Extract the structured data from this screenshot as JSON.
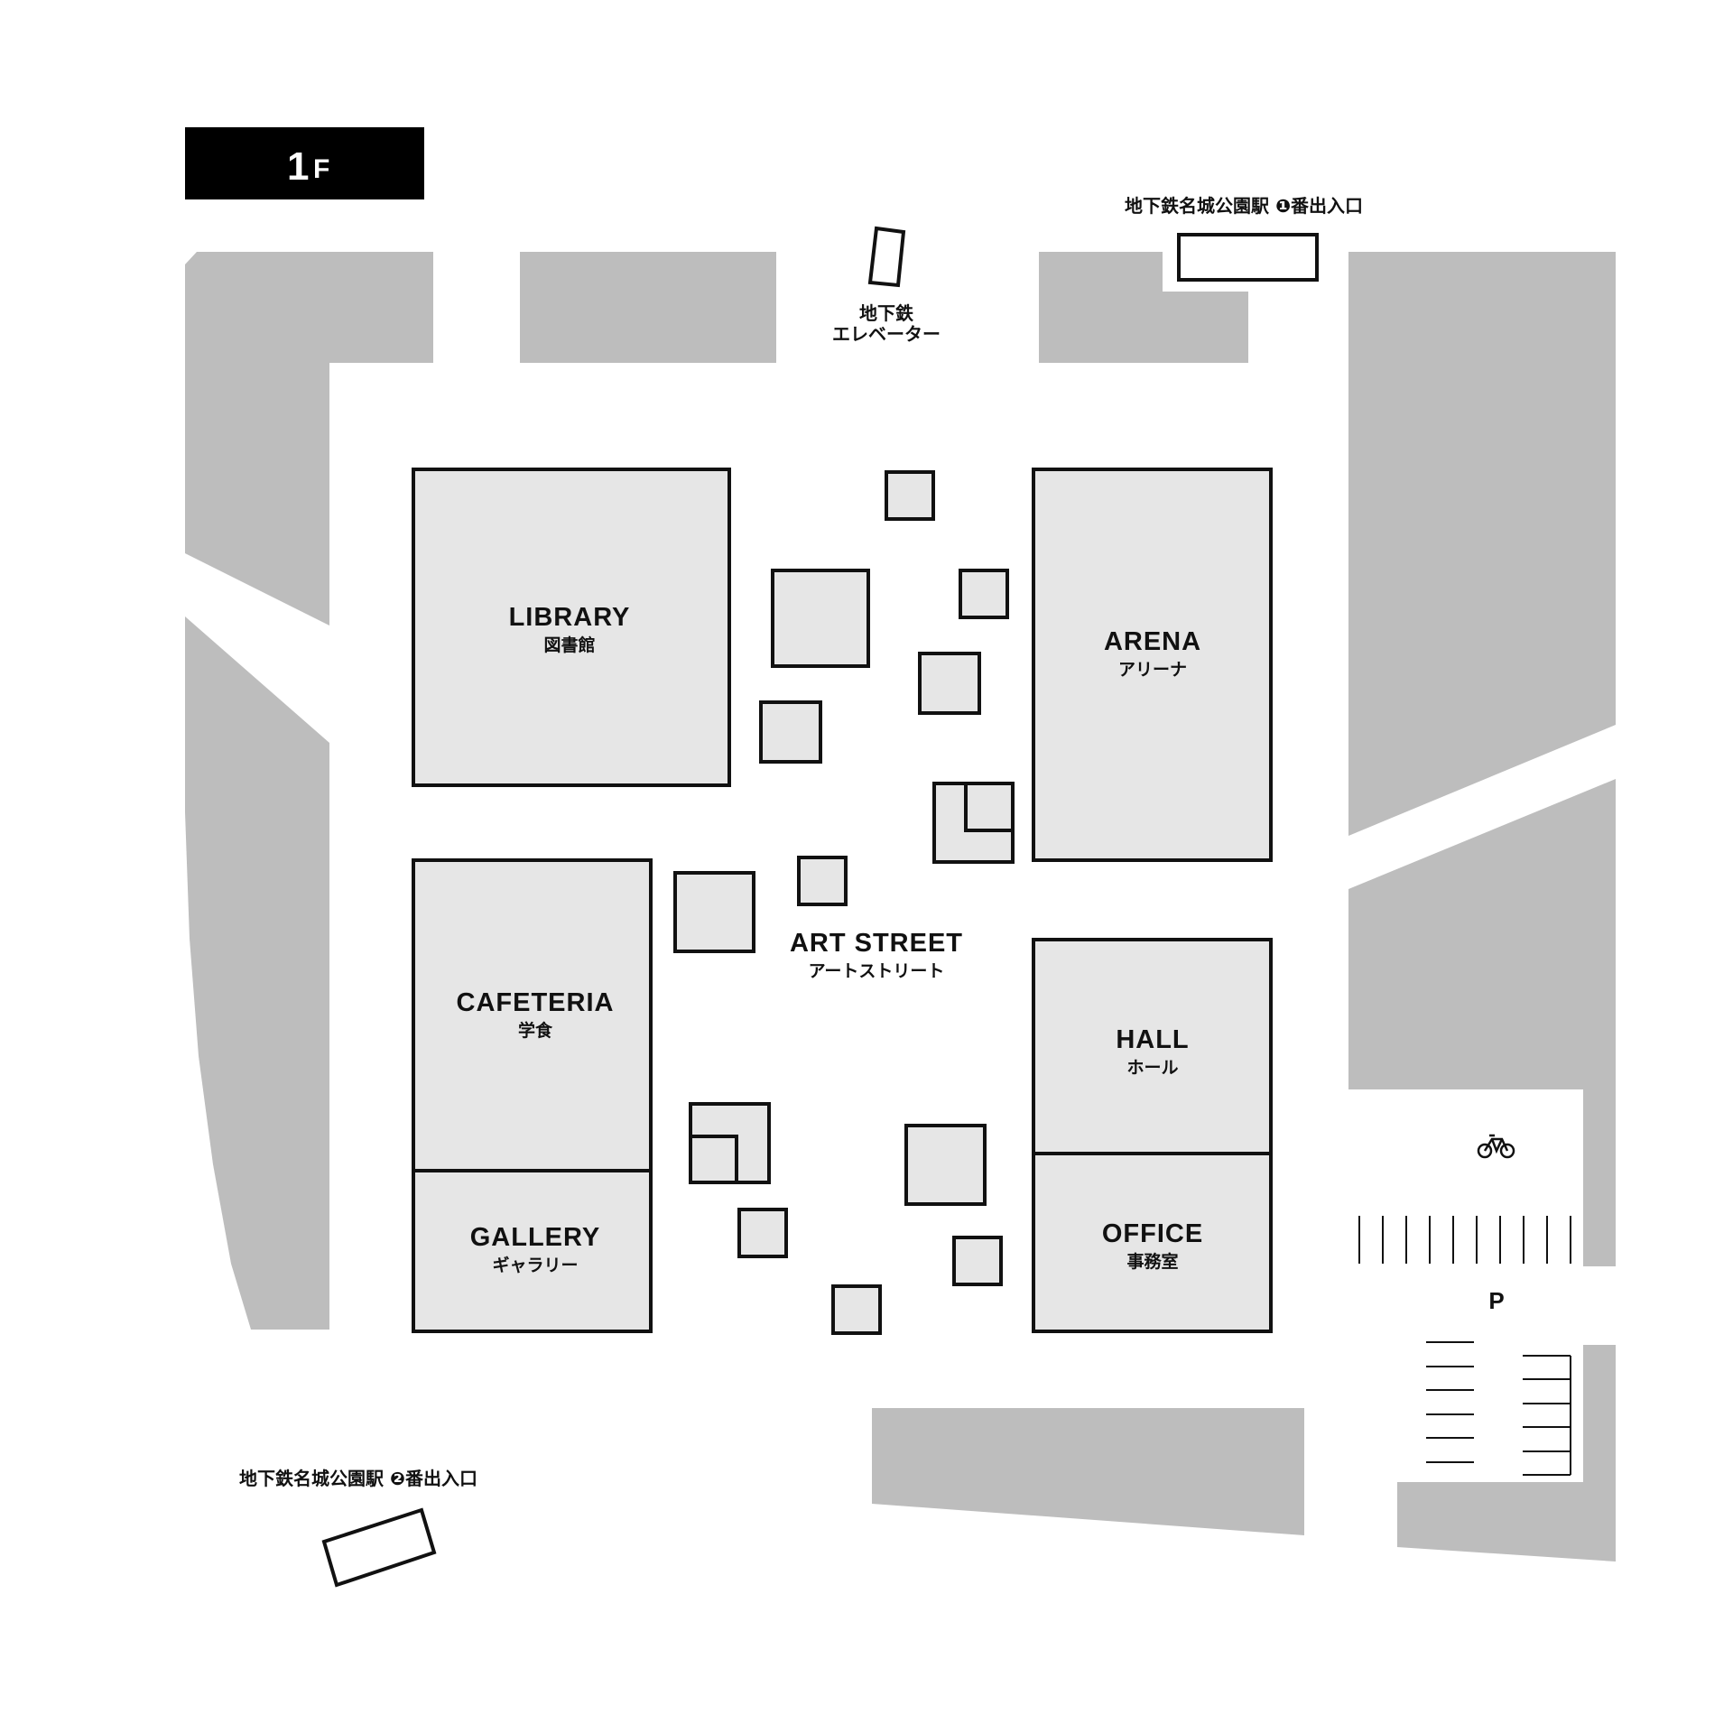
{
  "floor": {
    "number": "1",
    "suffix": "F"
  },
  "rooms": {
    "library": {
      "en": "LIBRARY",
      "jp": "図書館"
    },
    "arena": {
      "en": "ARENA",
      "jp": "アリーナ"
    },
    "cafeteria": {
      "en": "CAFETERIA",
      "jp": "学食"
    },
    "gallery": {
      "en": "GALLERY",
      "jp": "ギャラリー"
    },
    "hall": {
      "en": "HALL",
      "jp": "ホール"
    },
    "office": {
      "en": "OFFICE",
      "jp": "事務室"
    }
  },
  "art_street": {
    "en": "ART STREET",
    "jp": "アートストリート"
  },
  "subway_elevator": {
    "line1": "地下鉄",
    "line2": "エレベーター"
  },
  "exit_1": {
    "label": "地下鉄名城公園駅 ❶番出入口"
  },
  "exit_2": {
    "label": "地下鉄名城公園駅 ❷番出入口"
  },
  "parking": {
    "label": "P"
  },
  "icons": {
    "bicycle": "bicycle-icon"
  },
  "colors": {
    "building_gray": "#bdbdbd",
    "room_fill": "#e6e6e6",
    "stroke": "#111111",
    "floor_badge": "#000000"
  }
}
